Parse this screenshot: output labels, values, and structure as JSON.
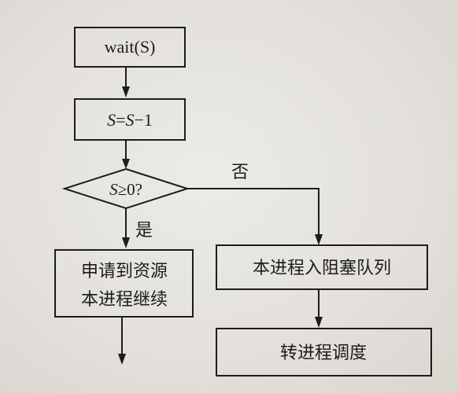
{
  "flowchart": {
    "wait_box": "wait(S)",
    "decrement_box": {
      "var1": "S",
      "eq": "=",
      "var2": "S",
      "rest": "−1"
    },
    "condition": {
      "var": "S",
      "rest": "≥0?"
    },
    "yes_label": "是",
    "no_label": "否",
    "granted_box": {
      "line1": "申请到资源",
      "line2": "本进程继续"
    },
    "blocked_box": "本进程入阻塞队列",
    "schedule_box": "转进程调度"
  }
}
